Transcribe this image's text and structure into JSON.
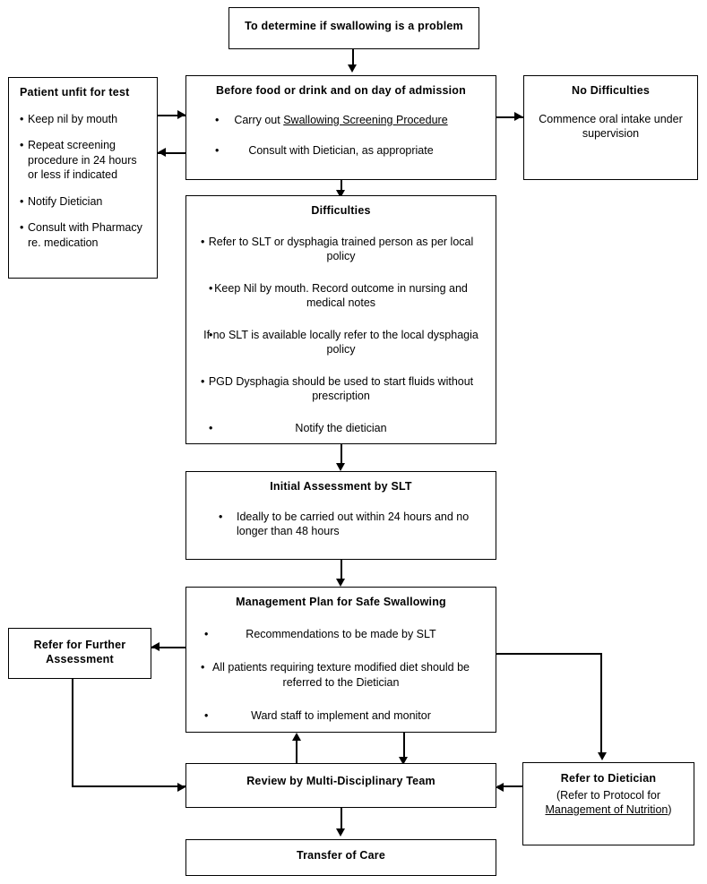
{
  "diagram": {
    "title": "Swallowing screening and management pathway flowchart",
    "line_color": "#000000",
    "box_fill": "#ffffff",
    "text_color": "#000000"
  },
  "nodes": {
    "start": {
      "title": "To determine if swallowing is a problem"
    },
    "patient_unfit": {
      "title": "Patient unfit for test",
      "bullets": [
        "Keep nil by mouth",
        "Repeat  screening procedure in 24 hours or less if indicated",
        "Notify Dietician",
        "Consult with Pharmacy re. medication"
      ]
    },
    "before_food": {
      "title": "Before food or drink and on day of admission",
      "bullets": [
        {
          "pre": "Carry out ",
          "link": "Swallowing Screening Procedure",
          "post": ""
        },
        {
          "pre": "Consult with Dietician, as appropriate",
          "link": "",
          "post": ""
        }
      ]
    },
    "no_difficulties": {
      "title": "No Difficulties",
      "body": "Commence oral intake under supervision"
    },
    "difficulties": {
      "title": "Difficulties",
      "bullets": [
        "Refer to SLT or dysphagia trained person as per local policy",
        "Keep Nil by mouth. Record outcome in nursing and medical notes",
        "If no SLT is available locally refer to the local dysphagia policy",
        "PGD Dysphagia should be used to start fluids without prescription",
        "Notify the dietician"
      ]
    },
    "initial_assessment": {
      "title": "Initial Assessment  by SLT",
      "bullets": [
        "Ideally to be carried out within 24 hours and no longer than 48 hours"
      ]
    },
    "management_plan": {
      "title": "Management Plan for Safe Swallowing",
      "bullets": [
        "Recommendations to be made by SLT",
        "All patients requiring texture modified diet should be referred to the Dietician",
        "Ward staff to implement and monitor"
      ]
    },
    "refer_further": {
      "title": "Refer for Further Assessment"
    },
    "refer_dietician": {
      "title": "Refer to Dietician",
      "line2": "(Refer to Protocol for",
      "link": "Management  of Nutrition",
      "line2_close": ")"
    },
    "review_mdt": {
      "title": "Review by Multi-Disciplinary Team"
    },
    "transfer_care": {
      "title": "Transfer of Care"
    }
  }
}
